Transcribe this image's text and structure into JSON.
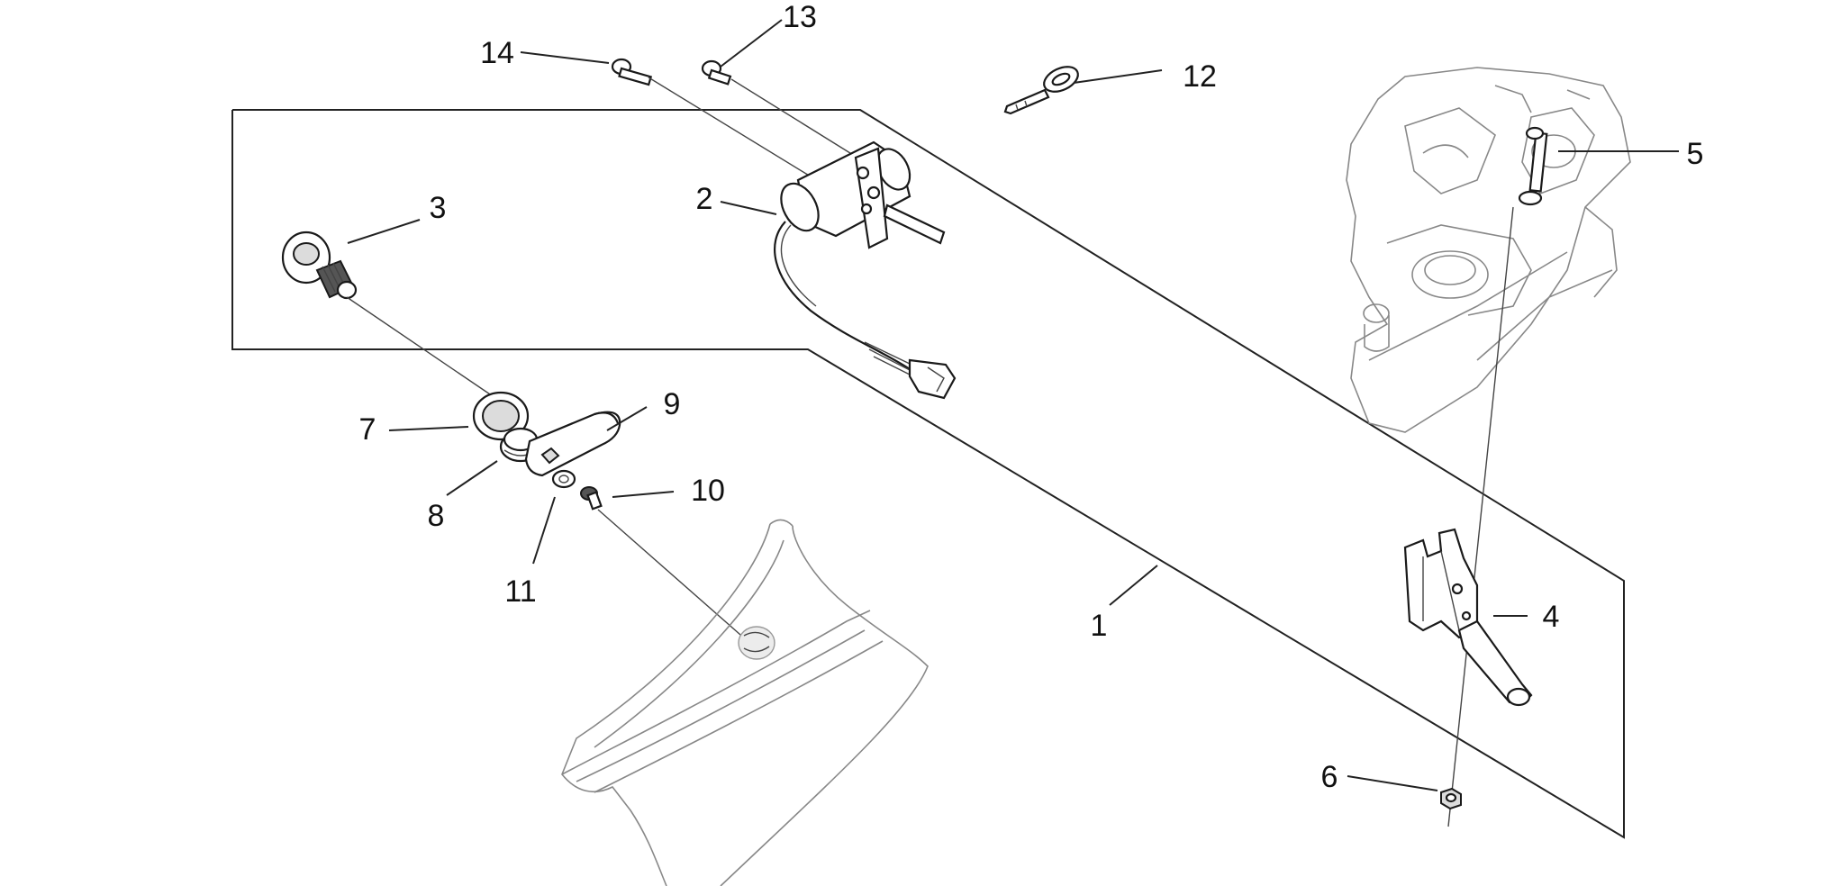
{
  "callouts": {
    "c1": "1",
    "c2": "2",
    "c3": "3",
    "c4": "4",
    "c5": "5",
    "c6": "6",
    "c7": "7",
    "c8": "8",
    "c9": "9",
    "c10": "10",
    "c11": "11",
    "c12": "12",
    "c13": "13",
    "c14": "14"
  },
  "colors": {
    "line": "#1a1a1a",
    "background": "#ffffff",
    "part_shade": "#dcdcdc"
  }
}
